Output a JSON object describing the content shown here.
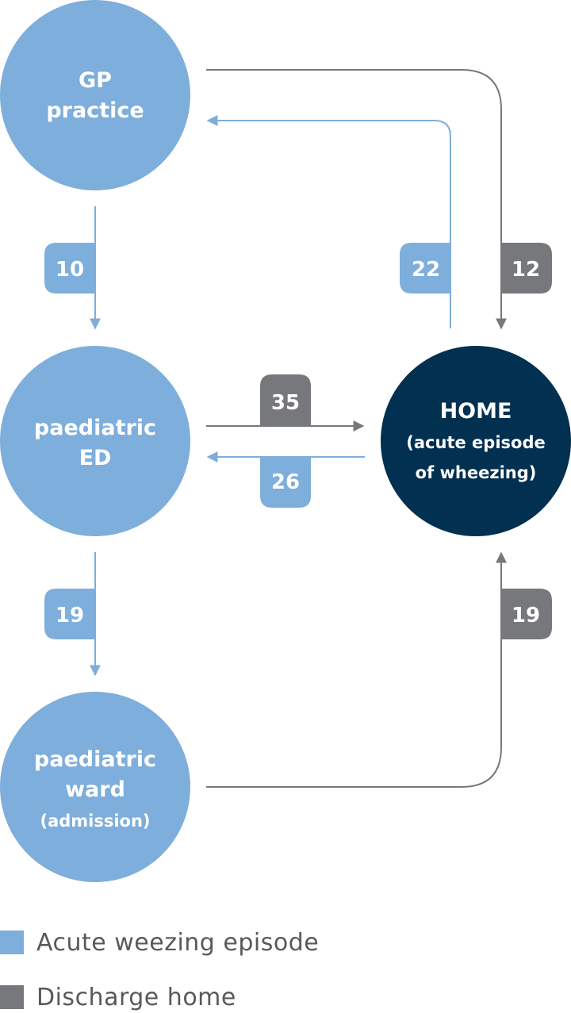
{
  "colors": {
    "acute": "#7eaedb",
    "discharge": "#77787b",
    "home": "#023050",
    "legend_text": "#58595b",
    "white": "#ffffff"
  },
  "nodes": {
    "gp": {
      "line1": "GP",
      "line2": "practice"
    },
    "ed": {
      "line1": "paediatric",
      "line2": "ED"
    },
    "ward": {
      "line1": "paediatric",
      "line2": "ward",
      "line3": "(admission)"
    },
    "home": {
      "line1": "HOME",
      "line2": "(acute episode",
      "line3": "of wheezing)"
    }
  },
  "flows": {
    "gp_to_ed": {
      "value": "10",
      "kind": "acute"
    },
    "home_to_gp": {
      "value": "22",
      "kind": "acute"
    },
    "gp_to_home": {
      "value": "12",
      "kind": "discharge"
    },
    "ed_to_home": {
      "value": "35",
      "kind": "discharge"
    },
    "home_to_ed": {
      "value": "26",
      "kind": "acute"
    },
    "ed_to_ward": {
      "value": "19",
      "kind": "acute"
    },
    "ward_to_home": {
      "value": "19",
      "kind": "discharge"
    }
  },
  "legend": [
    {
      "label": "Acute weezing episode",
      "kind": "acute"
    },
    {
      "label": "Discharge home",
      "kind": "discharge"
    }
  ]
}
